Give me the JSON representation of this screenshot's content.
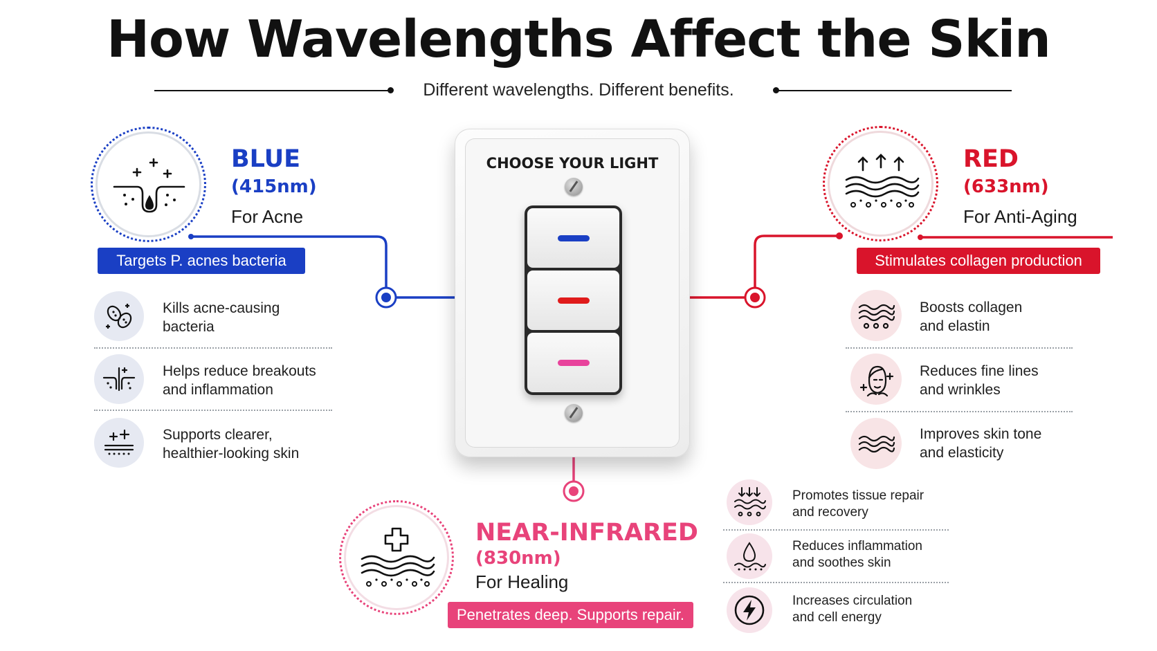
{
  "title": "How Wavelengths Affect the Skin",
  "subtitle": "Different wavelengths. Different benefits.",
  "switch": {
    "label": "CHOOSE YOUR LIGHT",
    "indicators": [
      "blue",
      "red",
      "pink"
    ]
  },
  "blue": {
    "name": "BLUE",
    "wavelength": "(415nm)",
    "purpose": "For Acne",
    "tag": "Targets P. acnes bacteria",
    "color": "#1a3fc4",
    "icon": "pore-sparkle-icon",
    "benefits": [
      {
        "line1": "Kills acne-causing",
        "line2": "bacteria",
        "icon": "bacteria-icon"
      },
      {
        "line1": "Helps reduce breakouts",
        "line2": "and inflammation",
        "icon": "follicle-icon"
      },
      {
        "line1": "Supports clearer,",
        "line2": "healthier-looking skin",
        "icon": "clear-skin-icon"
      }
    ]
  },
  "red": {
    "name": "RED",
    "wavelength": "(633nm)",
    "purpose": "For Anti-Aging",
    "tag": "Stimulates collagen production",
    "color": "#d9142b",
    "icon": "skin-layers-arrows-icon",
    "benefits": [
      {
        "line1": "Boosts collagen",
        "line2": "and elastin",
        "icon": "collagen-icon"
      },
      {
        "line1": "Reduces fine lines",
        "line2": "and wrinkles",
        "icon": "face-icon"
      },
      {
        "line1": "Improves skin tone",
        "line2": "and elasticity",
        "icon": "waves-icon"
      }
    ]
  },
  "nir": {
    "name": "NEAR-INFRARED",
    "wavelength": "(830nm)",
    "purpose": "For Healing",
    "tag": "Penetrates deep. Supports repair.",
    "color": "#e8437a",
    "icon": "medical-cross-skin-icon",
    "benefits": [
      {
        "line1": "Promotes tissue repair",
        "line2": "and recovery",
        "icon": "tissue-repair-icon"
      },
      {
        "line1": "Reduces inflammation",
        "line2": "and soothes skin",
        "icon": "droplet-icon"
      },
      {
        "line1": "Increases circulation",
        "line2": "and cell energy",
        "icon": "lightning-icon"
      }
    ]
  }
}
